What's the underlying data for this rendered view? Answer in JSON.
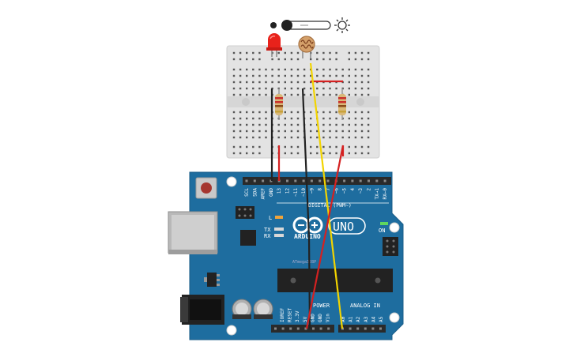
{
  "light_slider": {
    "value": 0.2,
    "min_icon": "dark-dot-icon",
    "max_icon": "sun-icon"
  },
  "components": {
    "led": {
      "color": "#e8221b",
      "icon": "red-led-icon"
    },
    "photoresistor": {
      "icon": "photoresistor-icon"
    },
    "resistors": [
      "resistor-icon",
      "resistor-icon"
    ]
  },
  "arduino": {
    "brand": "ARDUINO",
    "model": "UNO",
    "digital_label": "DIGITAL (PWM~)",
    "digital_pins": [
      "SCL",
      "SDA",
      "AREF",
      "GND",
      "13",
      "12",
      "~11",
      "~10",
      "~9",
      "8",
      "7",
      "~6",
      "~5",
      "4",
      "~3",
      "2",
      "TX→1",
      "RX←0"
    ],
    "analog_label": "ANALOG IN",
    "power_label": "POWER",
    "power_pins": [
      "IOREF",
      "RESET",
      "3.3V",
      "5V",
      "GND",
      "GND",
      "Vin"
    ],
    "analog_pins": [
      "A0",
      "A1",
      "A2",
      "A3",
      "A4",
      "A5"
    ],
    "led_l": "L",
    "tx": "TX",
    "rx": "RX",
    "on": "ON",
    "chip_text": "ATmega328P"
  },
  "wires": {
    "black": "#222222",
    "red": "#d42121",
    "yellow": "#f2d400"
  },
  "colors": {
    "board": "#1e6d9f",
    "breadboard": "#e3e3e3",
    "header": "#2a2a2a"
  }
}
